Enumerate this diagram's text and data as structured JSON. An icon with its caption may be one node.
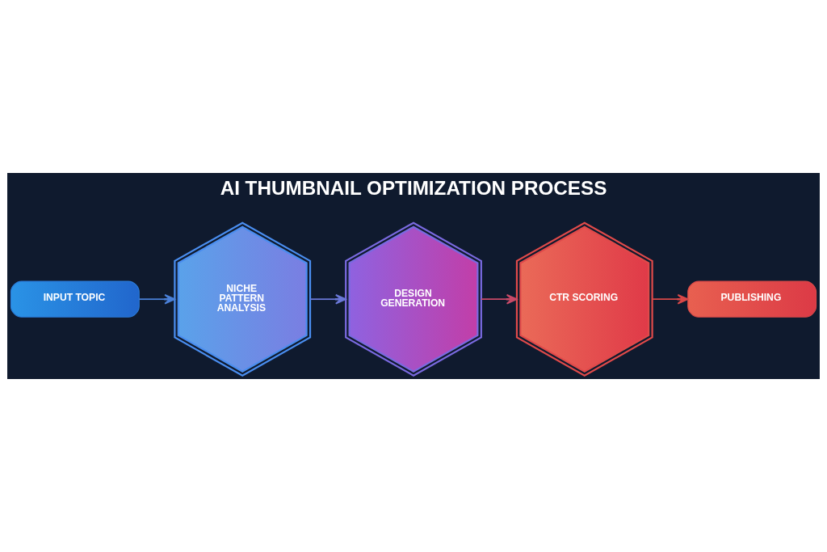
{
  "diagram": {
    "title": "AI THUMBNAIL OPTIMIZATION PROCESS",
    "nodes": [
      {
        "text": [
          "INPUT TOPIC"
        ]
      },
      {
        "text": [
          "NICHE PATTERN ANALYSIS"
        ]
      },
      {
        "text": [
          "DESIGN GENERATION"
        ]
      },
      {
        "text": [
          "CTR SCORING"
        ]
      },
      {
        "text": [
          "PUBLISHING"
        ]
      }
    ],
    "edges": [
      {
        "from": 0,
        "to": 1,
        "arrow": "to",
        "color": "#4a80d8"
      },
      {
        "from": 1,
        "to": 2,
        "arrow": "to",
        "color": "#6a78d8"
      },
      {
        "from": 2,
        "to": 3,
        "arrow": "to",
        "color": "#c84a68"
      },
      {
        "from": 3,
        "to": 4,
        "arrow": "to",
        "color": "#d84848"
      }
    ]
  }
}
